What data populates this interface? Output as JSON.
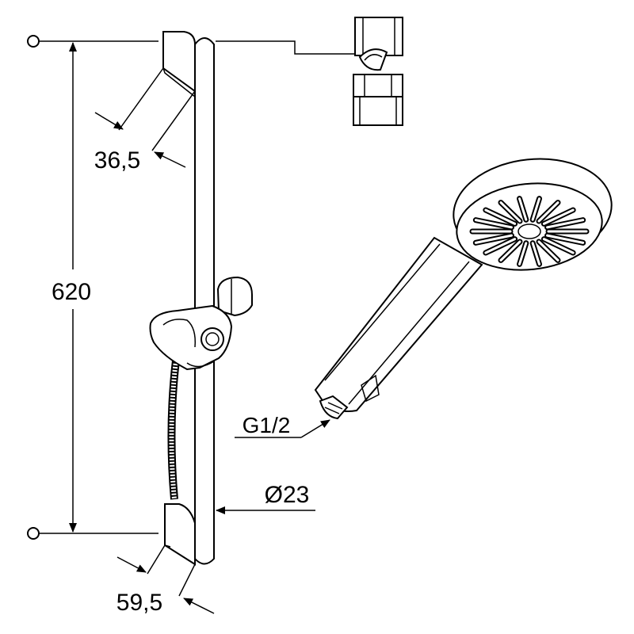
{
  "dimensions": {
    "length": "620",
    "top_width": "36,5",
    "bottom_width": "59,5",
    "bar_diameter": "Ø23",
    "thread": "G1/2"
  },
  "colors": {
    "line": "#000000",
    "background": "#ffffff"
  }
}
